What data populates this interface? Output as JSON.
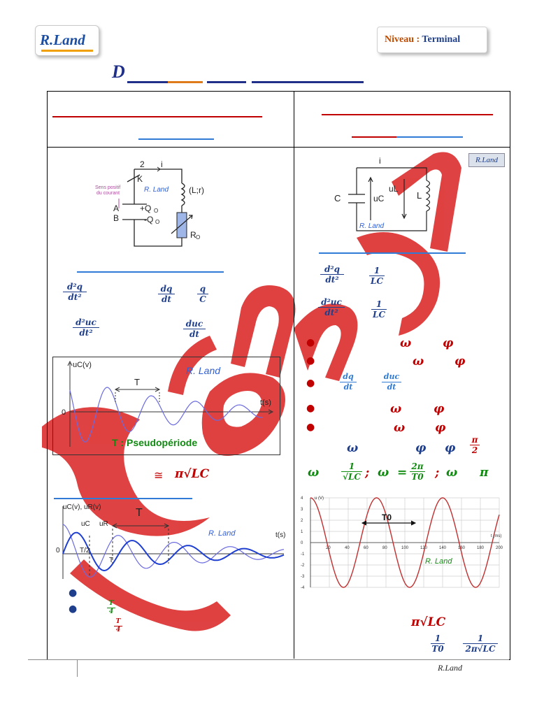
{
  "header": {
    "logo": "R.Land",
    "niveau_label": "Niveau :",
    "niveau_value": "Terminal",
    "title_letter": "D"
  },
  "left_circuit": {
    "switch_pos": "2",
    "switch_label": "K",
    "current": "i",
    "sens_line1": "Sens positif",
    "sens_line2": "du courant",
    "inductor": "(L;r)",
    "plate_a": "A",
    "plate_b": "B",
    "charge_pos": "+Q",
    "charge_neg": "-Q",
    "charge_sub": "O",
    "resistor": "R",
    "resistor_sub": "O",
    "signature": "R. Land"
  },
  "left_equations": {
    "eq1_num": "d²q",
    "eq1_den": "dt²",
    "eq1b_num": "dq",
    "eq1b_den": "dt",
    "eq1c_num": "q",
    "eq1c_den": "C",
    "eq2_num": "d²uc",
    "eq2_den": "dt²",
    "eq2b_num": "duc",
    "eq2b_den": "dt"
  },
  "graph1": {
    "ylabel": "uC(v)",
    "xlabel": "t(s)",
    "origin": "0",
    "period": "T",
    "signature": "R. Land",
    "caption": "T : Pseudopériode"
  },
  "approx": {
    "symbol": "≅",
    "expr": "π√LC"
  },
  "graph2": {
    "ylabel": "uC(v), uR(v)",
    "period_big": "T",
    "curve1": "uC",
    "curve2": "uR",
    "half": "T/2",
    "period_small": "T",
    "origin": "0",
    "xlabel": "t(s)",
    "signature": "R. Land"
  },
  "left_bullets": {
    "frac1_num": "T",
    "frac1_den": "4",
    "frac2_num": "T",
    "frac2_den": "4"
  },
  "right_circuit": {
    "current": "i",
    "cap": "C",
    "uc": "uC",
    "ul": "uL",
    "ind": "L",
    "signature": "R. Land",
    "stamp": "R.Land"
  },
  "right_equations": {
    "eq1_num": "d²q",
    "eq1_den": "dt²",
    "eq1b_num": "1",
    "eq1b_den": "LC",
    "eq2_num": "d²uc",
    "eq2_den": "dt²",
    "eq2b_num": "1",
    "eq2b_den": "LC"
  },
  "right_bullets": {
    "omega": "ω",
    "phi": "φ",
    "dq_num": "dq",
    "dq_den": "dt",
    "duc_num": "duc",
    "duc_den": "dt"
  },
  "right_relations": {
    "omega": "ω",
    "phi": "φ",
    "pi2_num": "π",
    "pi2_den": "2",
    "w0_num": "1",
    "w0_den": "√LC",
    "sep": ";",
    "w_eq": "ω  =",
    "twopi_num": "2π",
    "twopi_den": "T0",
    "w_pi": "π"
  },
  "graph3": {
    "ylabel": "u (V)",
    "xlabel": "t (ms)",
    "period": "T0",
    "signature": "R. Land",
    "yticks": [
      "4",
      "3",
      "2",
      "1",
      "0",
      "-1",
      "-2",
      "-3",
      "-4"
    ],
    "xticks": [
      "20",
      "40",
      "60",
      "80",
      "100",
      "120",
      "140",
      "160",
      "180",
      "200"
    ]
  },
  "period_result": {
    "expr": "π√LC",
    "f_num": "1",
    "f_den": "T0",
    "f2_num": "1",
    "f2_den": "2π√LC"
  },
  "footer": {
    "signature": "R.Land"
  },
  "colors": {
    "dark_blue": "#1f3f8c",
    "light_blue": "#2f7bd6",
    "red": "#c00000",
    "green": "#108a10",
    "watermark": "#d81818"
  }
}
